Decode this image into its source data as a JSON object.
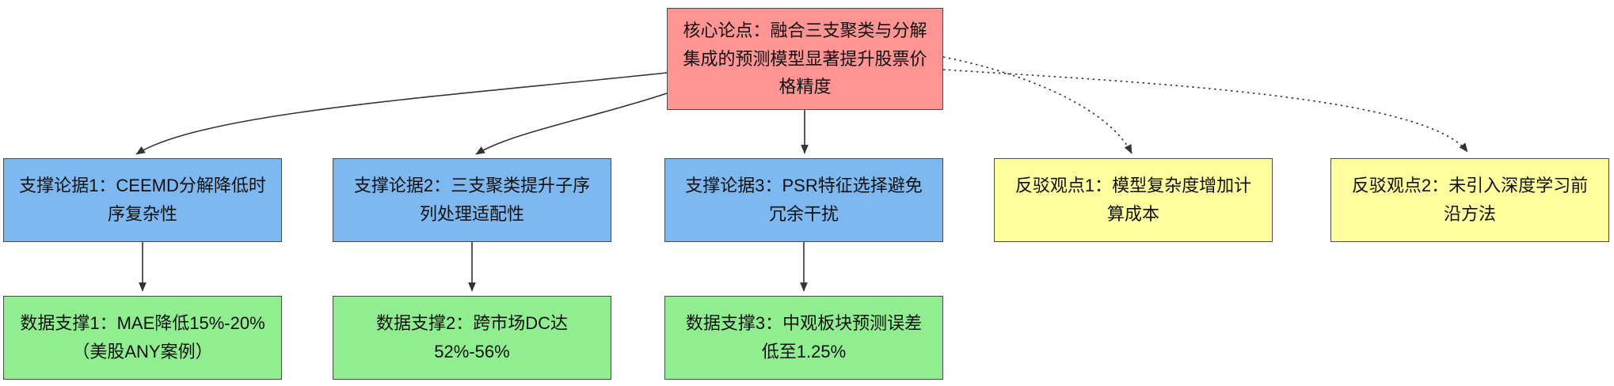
{
  "diagram": {
    "type": "argument-flowchart",
    "colors": {
      "core": "#ff9494",
      "support": "#7eb8f0",
      "rebuttal": "#ffffa0",
      "data": "#90ee90",
      "edge": "#333333"
    },
    "core": {
      "label": "核心论点：融合三支聚类与分解集成的预测模型显著提升股票价格精度"
    },
    "supports": [
      {
        "label": "支撑论据1：CEEMD分解降低时序复杂性"
      },
      {
        "label": "支撑论据2：三支聚类提升子序列处理适配性"
      },
      {
        "label": "支撑论据3：PSR特征选择避免冗余干扰"
      }
    ],
    "rebuttals": [
      {
        "label": "反驳观点1：模型复杂度增加计算成本"
      },
      {
        "label": "反驳观点2：未引入深度学习前沿方法"
      }
    ],
    "data_supports": [
      {
        "label": "数据支撑1：MAE降低15%-20%（美股ANY案例）"
      },
      {
        "label": "数据支撑2：跨市场DC达52%-56%"
      },
      {
        "label": "数据支撑3：中观板块预测误差低至1.25%"
      }
    ],
    "edges": [
      {
        "from": "core-thesis",
        "to": "support-1",
        "style": "solid"
      },
      {
        "from": "core-thesis",
        "to": "support-2",
        "style": "solid"
      },
      {
        "from": "core-thesis",
        "to": "support-3",
        "style": "solid"
      },
      {
        "from": "core-thesis",
        "to": "rebuttal-1",
        "style": "dotted"
      },
      {
        "from": "core-thesis",
        "to": "rebuttal-2",
        "style": "dotted"
      },
      {
        "from": "support-1",
        "to": "data-support-1",
        "style": "solid"
      },
      {
        "from": "support-2",
        "to": "data-support-2",
        "style": "solid"
      },
      {
        "from": "support-3",
        "to": "data-support-3",
        "style": "solid"
      }
    ]
  }
}
